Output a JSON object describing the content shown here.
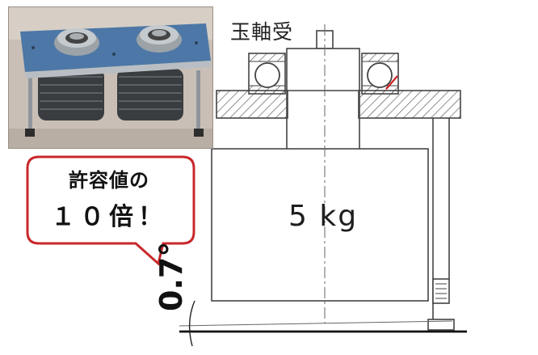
{
  "drawing": {
    "bearing_label": "玉軸受",
    "weight_label": "5 kg",
    "angle_label": "0.7°"
  },
  "callout": {
    "line1": "許容値の",
    "line2": "１０倍！",
    "border_color": "#c8282b",
    "fill_color": "#ffffff"
  },
  "photo": {
    "plate_color": "#4d77a6",
    "weight_color": "#3a3d40"
  }
}
